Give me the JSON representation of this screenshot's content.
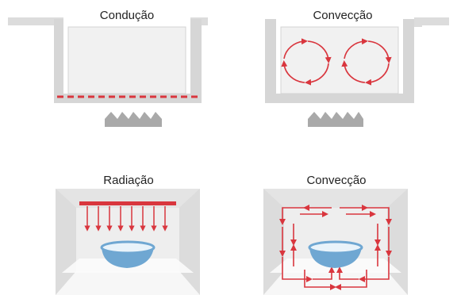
{
  "panels": [
    {
      "title": "Condução",
      "kind": "conduction"
    },
    {
      "title": "Convecção",
      "kind": "convection-pot"
    },
    {
      "title": "Radiação",
      "kind": "radiation"
    },
    {
      "title": "Convecção",
      "kind": "convection-oven"
    }
  ],
  "colors": {
    "wall": "#e6e6e6",
    "wall_edge": "#c9c9c9",
    "inner": "#f4f4f4",
    "heat": "#d9363e",
    "burner": "#a9a9a9",
    "bowl_outer": "#7fb2d6",
    "bowl_inner": "#e9f3fa"
  }
}
